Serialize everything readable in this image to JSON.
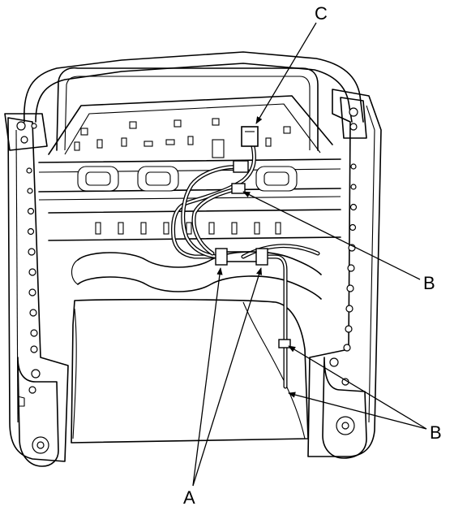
{
  "callouts": {
    "a": "A",
    "b_upper": "B",
    "b_lower": "B",
    "c": "C"
  },
  "colors": {
    "line": "#000000",
    "background": "#ffffff"
  },
  "icons": [
    "arrowhead-icon"
  ]
}
